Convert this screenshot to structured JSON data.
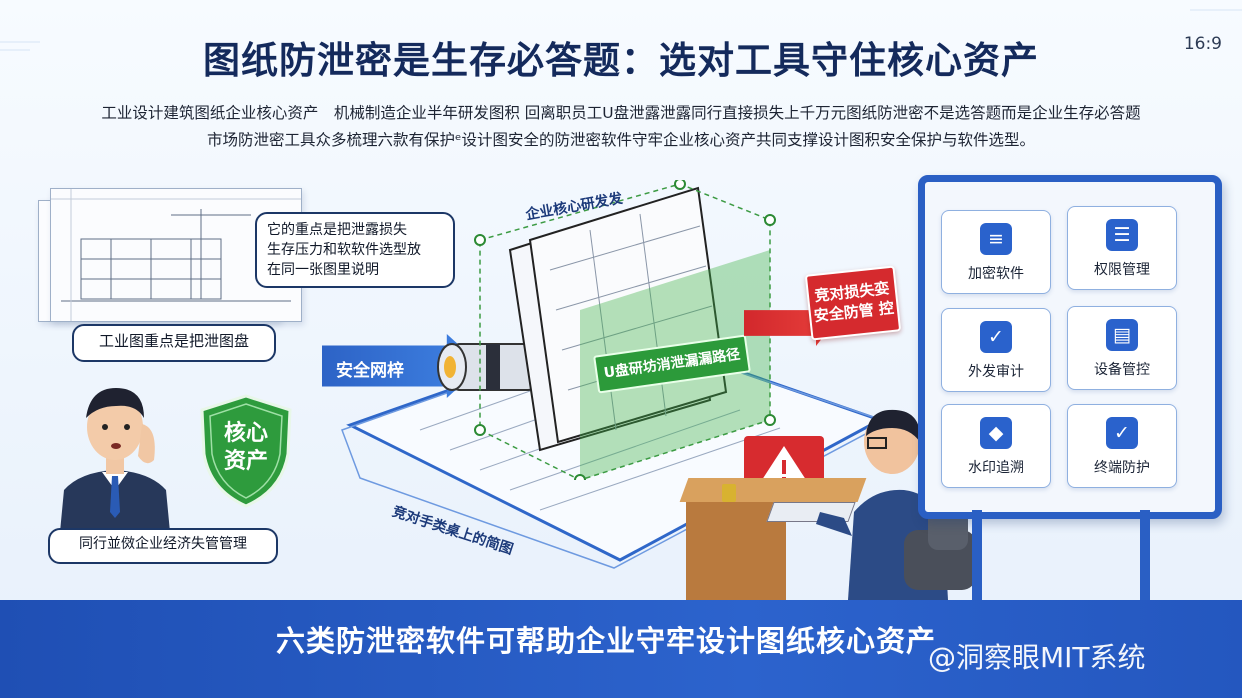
{
  "header": {
    "title": "图纸防泄密是生存必答题：选对工具守住核心资产",
    "ratio": "16:9",
    "subtitle_line1": "工业设计建筑图纸企业核心资产　机械制造企业半年研发图积 回离职员工U盘泄露泄露同行直接损失上千万元图纸防泄密不是选答题而是企业生存必答题",
    "subtitle_line2": "市场防泄密工具众多梳理六款有保护ᵉ设计图安全的防泄密软件守牢企业核心资产共同支撑设计图积安全保护与软件选型。"
  },
  "left": {
    "speech_bubble": [
      "它的重点是把泄露损失",
      "生存压力和软软件选型放",
      "在同一张图里说明"
    ],
    "drawing_label": "工业图重点是把泄图盘",
    "worried_caption": "同行並傚企业经济失管管理",
    "shield_line1": "核心",
    "shield_line2": "资产"
  },
  "center": {
    "top_label": "企业核心研发发",
    "safety_arrow": "安全网梓",
    "green_label": "U盘研坊消泄漏漏路径",
    "red_label_line1": "竞对损失娈",
    "red_label_line2": "安全防管 控",
    "base_caption": "竞对手类桌上的简图"
  },
  "board": {
    "tiles": [
      {
        "label": "加密软件",
        "icon": "encrypt-doc-icon",
        "glyph": "≡"
      },
      {
        "label": "权限管理",
        "icon": "clipboard-icon",
        "glyph": "☰"
      },
      {
        "label": "外发审计",
        "icon": "shield-check-icon",
        "glyph": "✓"
      },
      {
        "label": "设备管控",
        "icon": "device-doc-icon",
        "glyph": "▤"
      },
      {
        "label": "水印追溯",
        "icon": "flame-shield-icon",
        "glyph": "◆"
      },
      {
        "label": "终端防护",
        "icon": "shield-check-icon",
        "glyph": "✓"
      }
    ]
  },
  "footer": {
    "banner_text": "六类防泄密软件可帮助企业守牢设计图纸核心资产",
    "watermark": "@洞察眼MIT系统"
  },
  "colors": {
    "title": "#142a5c",
    "accent_blue": "#2a5fc4",
    "alert_red": "#d52a2e",
    "safe_green": "#2c9a3a"
  }
}
